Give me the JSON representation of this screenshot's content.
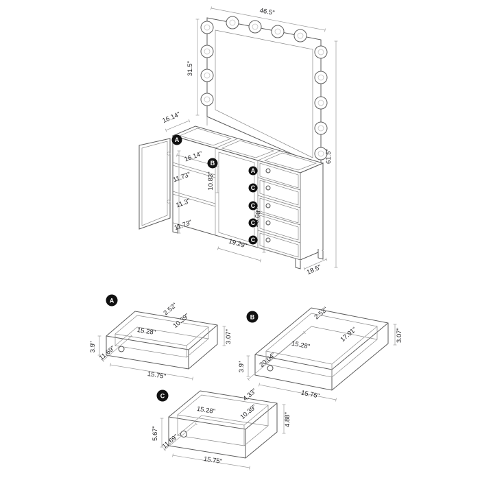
{
  "main": {
    "callout_door": "A",
    "callout_center": "B",
    "stack_callouts": [
      "A",
      "C",
      "C",
      "C",
      "C"
    ],
    "dims": {
      "mirror_width": "46.5\"",
      "mirror_height": "31.5\"",
      "overall_height": "61.5\"",
      "top_depth": "16.14\"",
      "cabinet_width": "16.14\"",
      "shelf_gap_top": "11.73\"",
      "shelf_gap_mid": "11.3\"",
      "shelf_gap_bottom": "11.73\"",
      "center_opening_height": "10.83\"",
      "stack_height": "25.08\"",
      "front_width": "19.29\"",
      "base_depth": "18.5\""
    }
  },
  "drawer_a": {
    "label": "A",
    "top_edge": "2.52\"",
    "interior_width": "15.28\"",
    "interior_depth": "10.39\"",
    "front_height": "3.9\"",
    "back_height": "3.07\"",
    "exterior_width": "15.75\"",
    "exterior_depth": "11.69\""
  },
  "drawer_b": {
    "label": "B",
    "top_edge": "2.52\"",
    "interior_width": "15.28\"",
    "interior_depth": "17.91\"",
    "front_height": "3.9\"",
    "back_height": "3.07\"",
    "exterior_width": "15.75\"",
    "exterior_depth": "20.04\""
  },
  "drawer_c": {
    "label": "C",
    "top_edge": "4.33\"",
    "interior_width": "15.28\"",
    "interior_depth": "10.39\"",
    "front_height": "5.67\"",
    "back_height": "4.88\"",
    "exterior_width": "15.75\"",
    "exterior_depth": "11.69\""
  }
}
